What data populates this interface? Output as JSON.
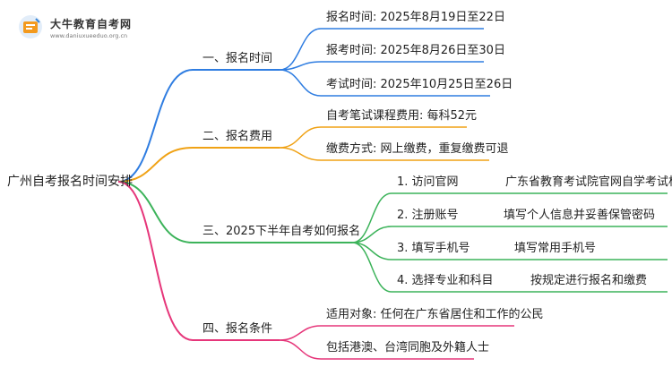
{
  "logo": {
    "name": "大牛教育自考网",
    "url": "www.daniuxueeduo.org.cn"
  },
  "root": {
    "label": "广州自考报名时间安排"
  },
  "colors": {
    "branch1": "#2f7de1",
    "branch2": "#f0a215",
    "branch3": "#3cb35a",
    "branch4": "#e6367a",
    "logo_orange": "#f39a1e",
    "logo_blue": "#3a86d6"
  },
  "branches": [
    {
      "label": "一、报名时间",
      "items": [
        {
          "text": "报名时间: 2025年8月19日至22日"
        },
        {
          "text": "报考时间: 2025年8月26日至30日"
        },
        {
          "text": "考试时间: 2025年10月25日至26日"
        }
      ]
    },
    {
      "label": "二、报名费用",
      "items": [
        {
          "text": "自考笔试课程费用: 每科52元"
        },
        {
          "text": "缴费方式: 网上缴费，重复缴费可退"
        }
      ]
    },
    {
      "label": "三、2025下半年自考如何报名",
      "items": [
        {
          "text": "1. 访问官网",
          "detail": "广东省教育考试院官网自学考试栏目"
        },
        {
          "text": "2. 注册账号",
          "detail": "填写个人信息并妥善保管密码"
        },
        {
          "text": "3. 填写手机号",
          "detail": "填写常用手机号"
        },
        {
          "text": "4. 选择专业和科目",
          "detail": "按规定进行报名和缴费"
        }
      ]
    },
    {
      "label": "四、报名条件",
      "items": [
        {
          "text": "适用对象: 任何在广东省居住和工作的公民"
        },
        {
          "text": "包括港澳、台湾同胞及外籍人士"
        }
      ]
    }
  ]
}
